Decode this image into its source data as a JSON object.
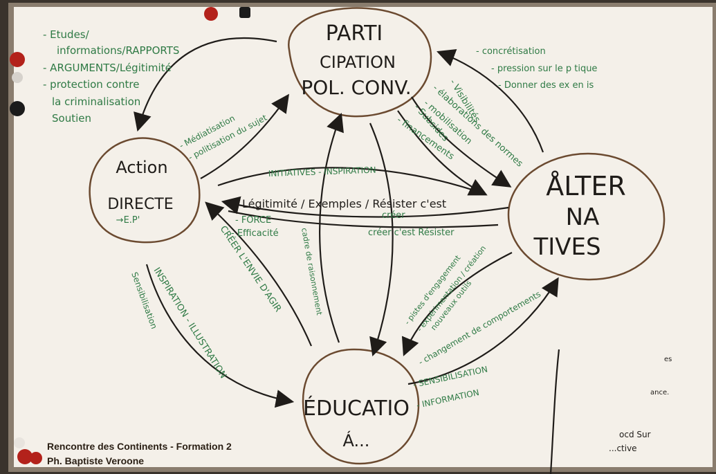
{
  "nodes": {
    "participation": [
      "PARTI",
      "CIPATION",
      "POL. CONV."
    ],
    "action": [
      "Action",
      "DIRECTE",
      "→E.P'"
    ],
    "alternatives": [
      "ÅLTER",
      "NA",
      "TIVES"
    ],
    "education": [
      "ÉDUCATIO",
      "Á..."
    ]
  },
  "notes": {
    "top_left": [
      "- Etudes/",
      "informations/RAPPORTS",
      "- ARGUMENTS/Légitimité",
      "- protection contre",
      "la criminalisation",
      "Soutien"
    ],
    "top_right": [
      "- concrétisation",
      "- pression sur le p tique",
      "- Donner des ex en is"
    ],
    "mediatisation": [
      "- Médiatisation",
      "- politisation du sujet"
    ],
    "participation_to_alternatives": [
      "- Visibilités",
      "- élaborations des normes",
      "- mobilisation",
      "- Subsides",
      "- financements"
    ],
    "initiatives": "INITIATIVES - INSPIRATION",
    "legitimite": "Légitimité / Exemples / Résister c'est",
    "creer": "créer",
    "creer_resister": "créer c'est Résister",
    "force": [
      "- FORCE",
      "- Efficacité"
    ],
    "envie": "CRÉER L'ENVIE D'AGIR",
    "cadre": "cadre de raisonnement",
    "inspiration": "INSPIRATION - ILLUSTRATION",
    "sensibilisation_left": "Sensibilisation",
    "pistes": [
      "- pistes d'engagement",
      "- expérimentation / création",
      "nouveaux outils"
    ],
    "changement": "- changement de comportements",
    "sensibilisation_right": [
      "- SENSIBILISATION",
      "- INFORMATION"
    ],
    "bottom_right": [
      "ocd Sur",
      "...ctive"
    ],
    "small_right_1": "es",
    "small_right_2": "ance."
  },
  "credit": {
    "line1": "Rencontre des Continents - Formation 2",
    "line2": "Ph. Baptiste Veroone"
  },
  "colors": {
    "board": "#f1ebe2",
    "frame": "#8a7d6e",
    "marker_black": "#1f1c19",
    "marker_green": "#2f7a45",
    "magnet_red": "#b3221b"
  }
}
